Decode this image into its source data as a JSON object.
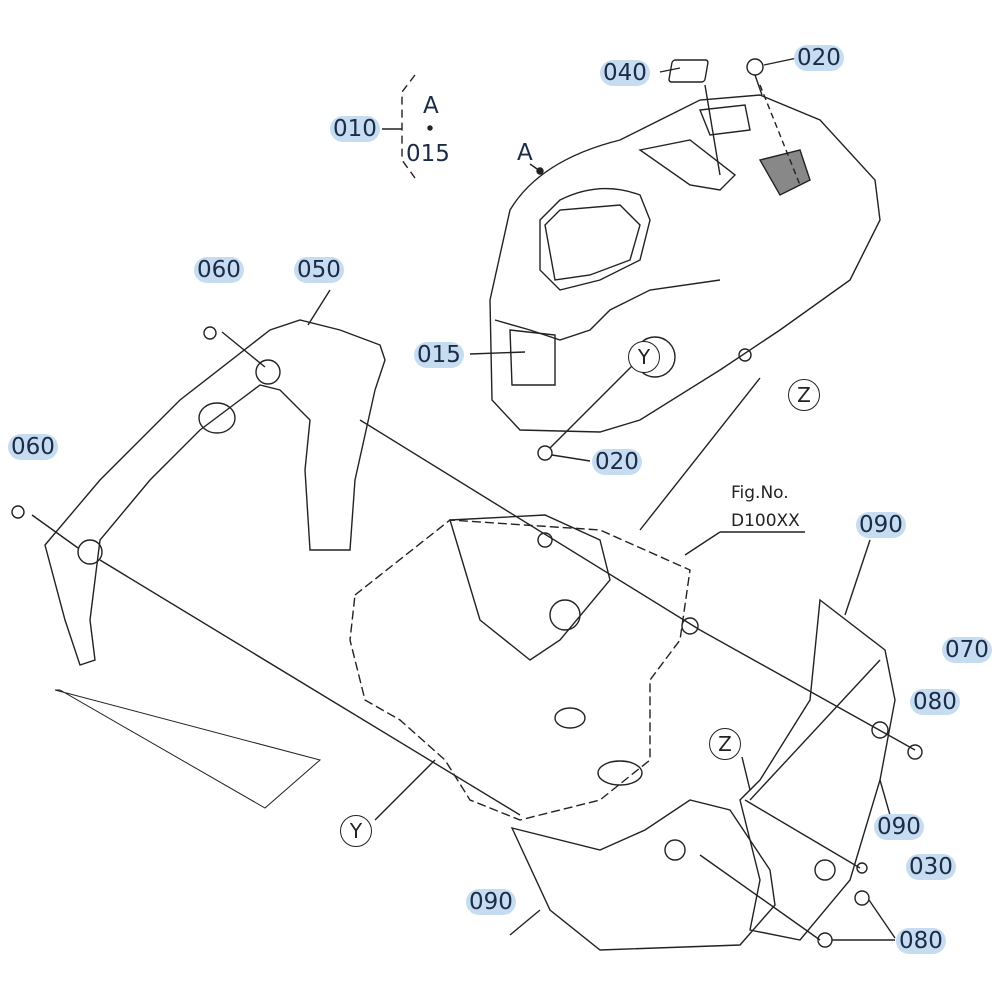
{
  "diagram": {
    "figure_label": "Fig.No.",
    "figure_number": "D100XX",
    "assembly_bracket": {
      "top": "A",
      "bottom": "015"
    },
    "reference_labels": {
      "a": "A",
      "y": "Y",
      "z": "Z"
    },
    "part_callouts": [
      {
        "id": "040"
      },
      {
        "id": "020"
      },
      {
        "id": "010"
      },
      {
        "id": "015"
      },
      {
        "id": "020"
      },
      {
        "id": "060"
      },
      {
        "id": "050"
      },
      {
        "id": "060"
      },
      {
        "id": "090"
      },
      {
        "id": "070"
      },
      {
        "id": "080"
      },
      {
        "id": "090"
      },
      {
        "id": "030"
      },
      {
        "id": "080"
      },
      {
        "id": "090"
      }
    ]
  },
  "colors": {
    "highlight": "#c6dcf1",
    "text": "#1b2b48",
    "line": "#222222"
  }
}
